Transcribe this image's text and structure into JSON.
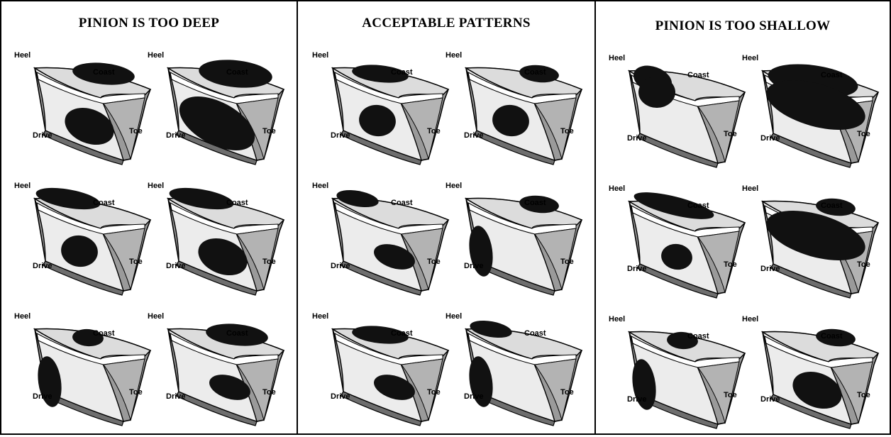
{
  "labels": {
    "heel": "Heel",
    "coast": "Coast",
    "drive": "Drive",
    "toe": "Toe"
  },
  "colors": {
    "ink": "#000000",
    "face": "#ececec",
    "flank": "#9a9a9a",
    "band": "#ffffff",
    "contact": "#111111"
  },
  "panels": [
    {
      "title": "PINION IS TOO DEEP",
      "teeth": [
        {
          "coast": "toe-flank",
          "drive": "toe-flank"
        },
        {
          "coast": "toe-flank-large",
          "drive": "toe-flank-large"
        },
        {
          "coast": "heel-flank",
          "drive": "center-flank"
        },
        {
          "coast": "heel-flank",
          "drive": "toe-flank"
        },
        {
          "coast": "center-small",
          "drive": "heel-flank"
        },
        {
          "coast": "toe-flank",
          "drive": "toe-center"
        }
      ]
    },
    {
      "title": "ACCEPTABLE PATTERNS",
      "teeth": [
        {
          "coast": "center-face",
          "drive": "center-flank"
        },
        {
          "coast": "toe-center",
          "drive": "center-flank"
        },
        {
          "coast": "heel-face",
          "drive": "toe-center"
        },
        {
          "coast": "toe-center",
          "drive": "heel-flank"
        },
        {
          "coast": "center-face",
          "drive": "toe-center"
        },
        {
          "coast": "heel-face",
          "drive": "heel-flank"
        }
      ]
    },
    {
      "title": "PINION IS TOO SHALLOW",
      "teeth": [
        {
          "coast": "heel-top",
          "drive": "heel-top"
        },
        {
          "coast": "full-top",
          "drive": "full-top"
        },
        {
          "coast": "heel-top-long",
          "drive": "center-small"
        },
        {
          "coast": "toe-center",
          "drive": "full-top"
        },
        {
          "coast": "center-small",
          "drive": "heel-flank"
        },
        {
          "coast": "toe-center",
          "drive": "toe-flank"
        }
      ]
    }
  ]
}
